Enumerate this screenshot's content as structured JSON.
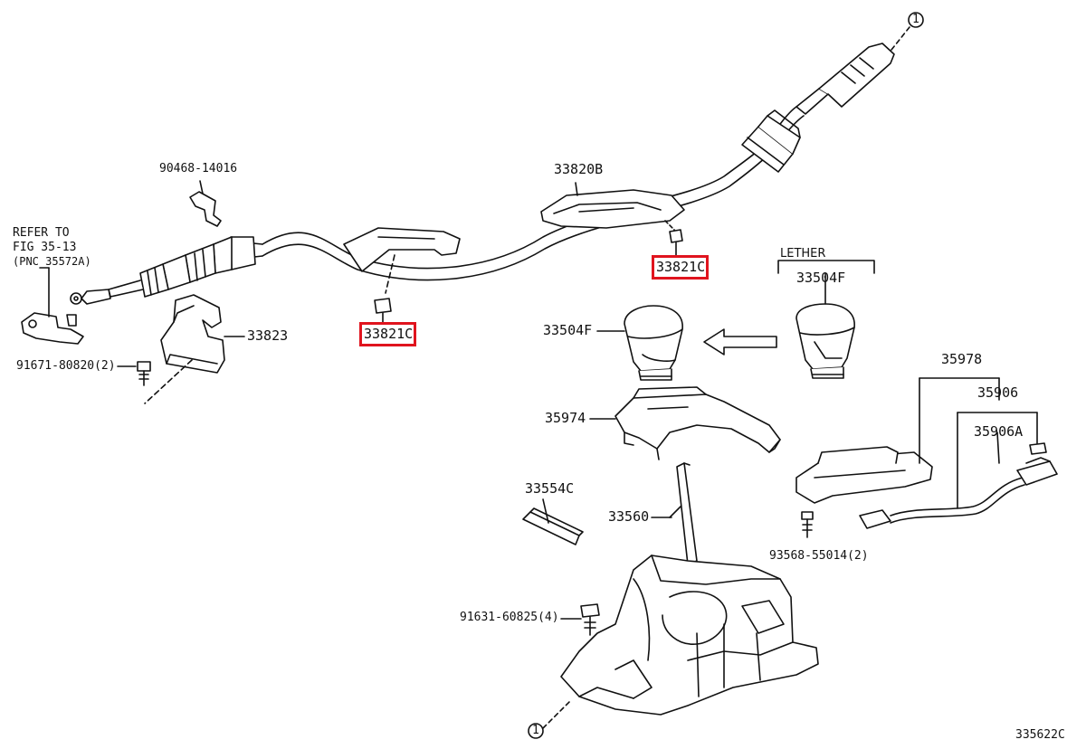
{
  "colors": {
    "ink": "#111111",
    "highlight": "#e0141e",
    "background": "#ffffff"
  },
  "labels": {
    "p90468": "90468-14016",
    "refer_line1": "REFER TO",
    "refer_line2": "FIG 35-13",
    "refer_line3": "(PNC 35572A)",
    "p33823": "33823",
    "p91671": "91671-80820(2)",
    "p33821c_left": "33821C",
    "p33820b": "33820B",
    "p33821c_right": "33821C",
    "lether": "LETHER",
    "p33504f_right": "33504F",
    "p33504f_left": "33504F",
    "p35974": "35974",
    "p35978": "35978",
    "p35906": "35906",
    "p35906a": "35906A",
    "p33554c": "33554C",
    "p33560": "33560",
    "p93568": "93568-55014(2)",
    "p91631": "91631-60825(4)",
    "ref_marker": "1",
    "figure_id": "335622C"
  }
}
